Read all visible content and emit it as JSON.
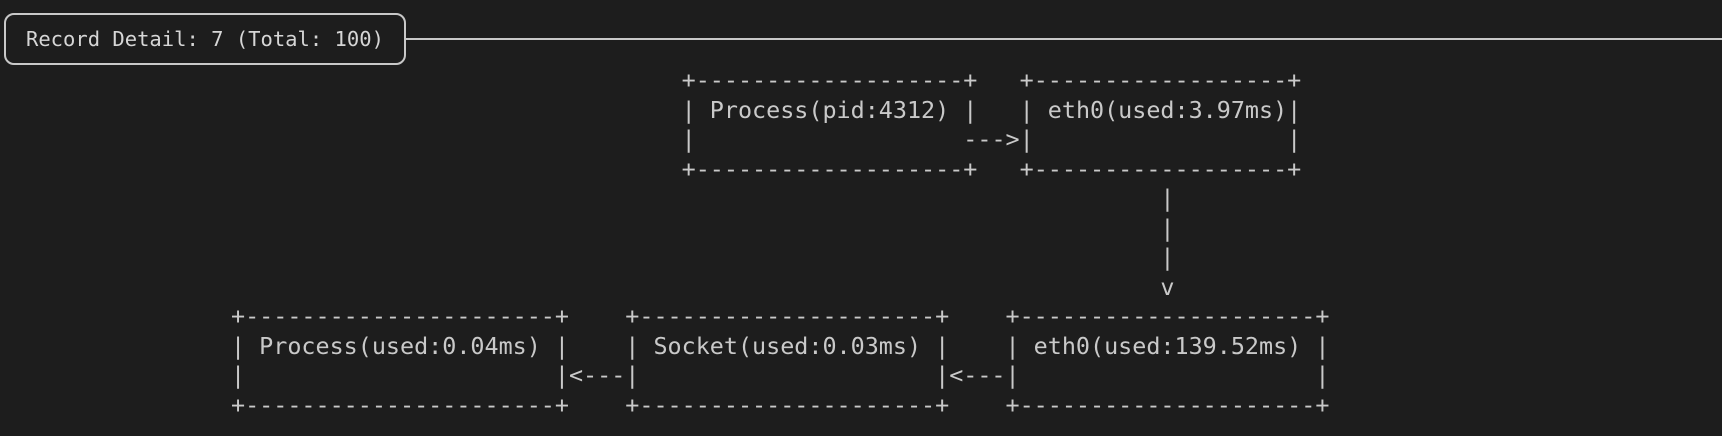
{
  "header": {
    "title": "Record Detail: 7 (Total: 100)",
    "record_index": "7",
    "record_total": "100"
  },
  "colors": {
    "background": "#1d1d1d",
    "foreground": "#c9c9c9",
    "header_border": "#c8c8c8"
  },
  "diagram": {
    "nodes": [
      {
        "label": "Process(pid:4312)",
        "lines": [
          "+-------------------+",
          "| Process(pid:4312) |",
          "|",
          "+-------------------+"
        ]
      },
      {
        "label": "eth0(used:3.97ms)",
        "lines": [
          "+------------------+",
          "| eth0(used:3.97ms)|",
          "|                  |",
          "+------------------+"
        ]
      },
      {
        "label": "Process(used:0.04ms)",
        "lines": [
          "+----------------------+",
          "| Process(used:0.04ms) |",
          "|                      |",
          "+----------------------+"
        ]
      },
      {
        "label": "Socket(used:0.03ms)",
        "lines": [
          "+---------------------+",
          "| Socket(used:0.03ms) |",
          "|                     |",
          "+---------------------+"
        ]
      },
      {
        "label": "eth0(used:139.52ms)",
        "lines": [
          "+---------------------+",
          "| eth0(used:139.52ms) |",
          "|                     |",
          "+---------------------+"
        ]
      }
    ],
    "connectors": [
      {
        "label": "arrow-right",
        "lines": [
          "--->"
        ]
      },
      {
        "label": "arrow-down",
        "lines": [
          "|",
          "|",
          "|",
          "v"
        ]
      },
      {
        "label": "arrow-left-socket-to-process",
        "lines": [
          "<---"
        ]
      },
      {
        "label": "arrow-left-eth0-to-socket",
        "lines": [
          "<---"
        ]
      }
    ]
  }
}
